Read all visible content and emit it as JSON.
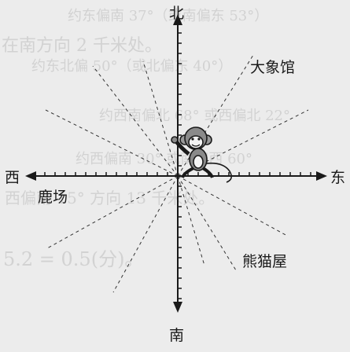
{
  "directions": {
    "north": "北",
    "south": "南",
    "east": "东",
    "west": "西"
  },
  "places": {
    "elephant_house": "大象馆",
    "deer_park": "鹿场",
    "panda_house": "熊猫屋"
  },
  "background_text": [
    "约东偏南 37°（或南偏东 53°）",
    "在南方向 2 千米处。",
    "约东北偏 50°（或北偏东 40°）",
    "约西南偏北 68° 或西偏北 22°",
    "约西偏南 30° 或南偏西 60°",
    "西偏南 15° 方向 13 千米处。",
    "5.2 = 0.5(分)。"
  ],
  "icon": "monkey-icon",
  "colors": {
    "ink": "#1a1a1a",
    "background": "#ececec",
    "faint_text": "#d2d2d2"
  }
}
